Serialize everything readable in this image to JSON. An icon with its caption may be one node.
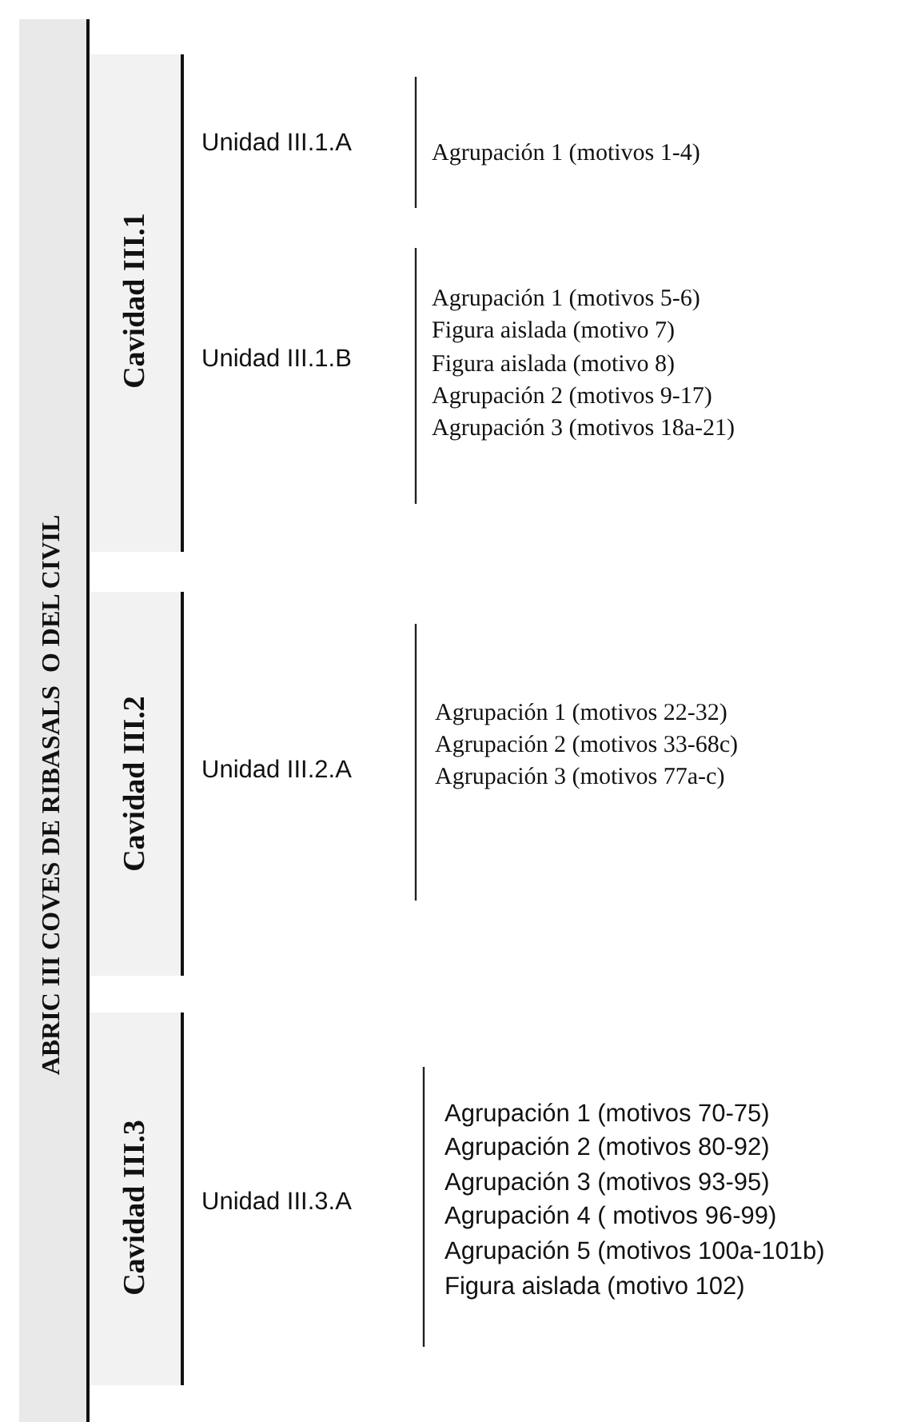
{
  "diagram": {
    "nodes": [
      {
        "text": [
          "ABRIC III COVES DE RIBASALS  O DEL CIVIL"
        ]
      },
      {
        "text": [
          "Cavidad III.1"
        ]
      },
      {
        "text": [
          "Cavidad III.2"
        ]
      },
      {
        "text": [
          "Cavidad III.3"
        ]
      }
    ],
    "labels": [
      "Unidad III.1.A",
      "Agrupación 1 (motivos 1-4)",
      "Unidad III.1.B",
      "Agrupación 1 (motivos 5-6)",
      "Figura aislada (motivo 7)",
      "Figura aislada (motivo 8)",
      "Agrupación 2 (motivos 9-17)",
      "Agrupación 3 (motivos 18a-21)",
      "Unidad III.2.A",
      "Agrupación 1 (motivos 22-32)",
      "Agrupación 2 (motivos 33-68c)",
      "Agrupación 3 (motivos 77a-c)",
      "Unidad III.3.A",
      "Agrupación 1 (motivos 70-75)",
      "Agrupación 2 (motivos 80-92)",
      "Agrupación 3 (motivos 93-95)",
      "Agrupación 4 ( motivos 96-99)",
      "Agrupación 5 (motivos 100a-101b)",
      "Figura aislada (motivo 102)"
    ]
  }
}
